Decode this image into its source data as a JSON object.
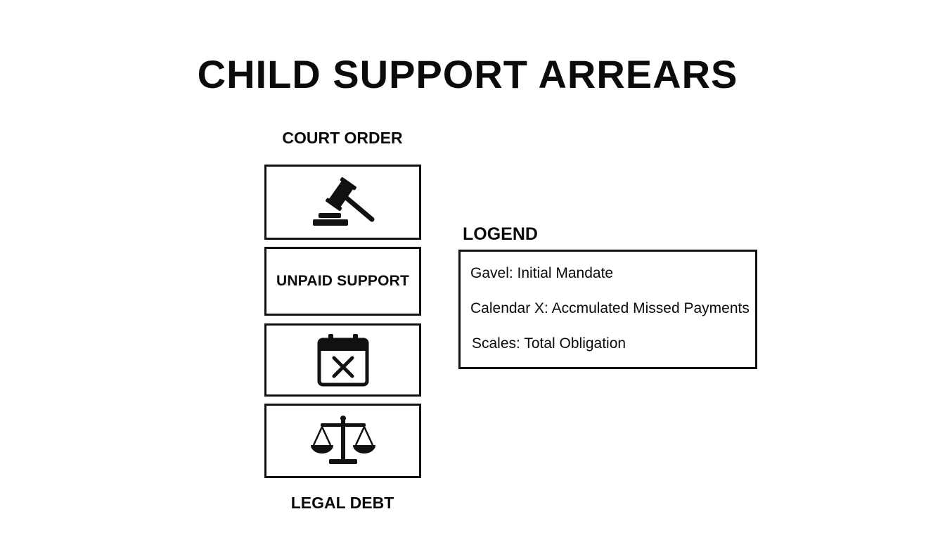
{
  "diagram": {
    "title": "CHILD SUPPORT ARREARS",
    "top_label": "COURT ORDER",
    "bottom_label": "LEGAL DEBT",
    "stack": [
      {
        "kind": "icon",
        "icon": "gavel-icon"
      },
      {
        "kind": "text",
        "text": "UNPAID SUPPORT"
      },
      {
        "kind": "icon",
        "icon": "calendar-x-icon"
      },
      {
        "kind": "icon",
        "icon": "scales-icon"
      }
    ]
  },
  "legend": {
    "title": "LOGEND",
    "items": [
      "Gavel: Initial Mandate",
      "Calendar X: Accmulated Missed Payments",
      "Scales: Total Obligation"
    ]
  },
  "colors": {
    "ink": "#0b0b0b",
    "background": "#ffffff"
  }
}
